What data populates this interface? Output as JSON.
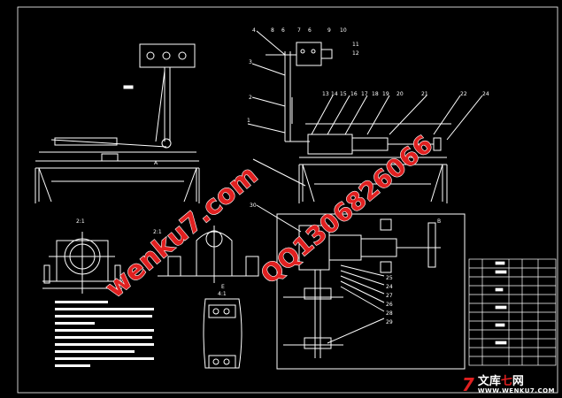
{
  "drawing": {
    "labels_top": [
      "4",
      "8",
      "6",
      "7",
      "6",
      "9",
      "10",
      "11",
      "12",
      "3",
      "2",
      "1"
    ],
    "labels_mid": [
      "13",
      "14",
      "15",
      "16",
      "17",
      "18",
      "19",
      "20",
      "21",
      "22",
      "24"
    ],
    "labels_right": [
      "30",
      "25",
      "24",
      "27",
      "26",
      "28",
      "29"
    ],
    "view_a_label": "A",
    "scale_21_a": "2:1",
    "scale_21_b": "2:1",
    "scale_41": "4:1",
    "view_e_label": "E",
    "letter_b": "B"
  },
  "watermark": {
    "site": "wenku7.com",
    "qq": "QQ1306826066"
  },
  "brand": {
    "mark": "7",
    "name_a": "文库",
    "name_seven": "七",
    "name_b": "网",
    "sub": "WWW.WENKU7.COM"
  },
  "colors": {
    "line": "#ffffff",
    "watermark": "#e02020",
    "background": "#000000"
  }
}
